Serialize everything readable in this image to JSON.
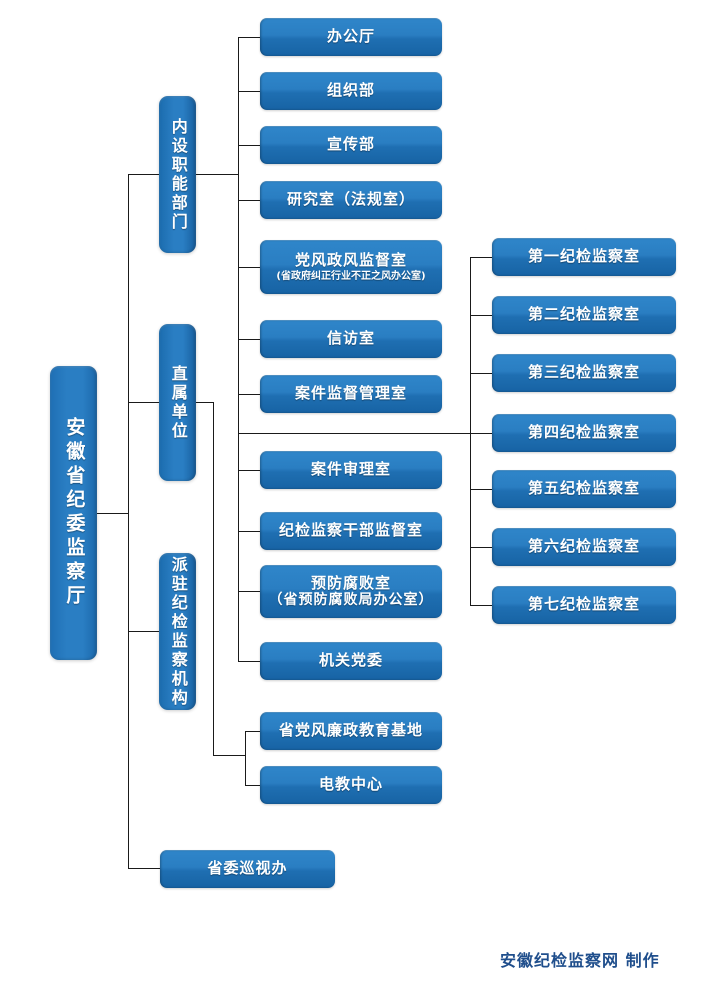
{
  "chart": {
    "type": "org-chart",
    "root": {
      "label": "安徽省纪委监察厅"
    },
    "categories": [
      {
        "label": "内设职能部门"
      },
      {
        "label": "直属单位"
      },
      {
        "label": "派驻纪检监察机构"
      }
    ],
    "internal_departments": [
      {
        "label": "办公厅",
        "sub": ""
      },
      {
        "label": "组织部",
        "sub": ""
      },
      {
        "label": "宣传部",
        "sub": ""
      },
      {
        "label": "研究室（法规室）",
        "sub": ""
      },
      {
        "label": "党风政风监督室",
        "sub": "(省政府纠正行业不正之风办公室)"
      },
      {
        "label": "信访室",
        "sub": ""
      },
      {
        "label": "案件监督管理室",
        "sub": ""
      },
      {
        "label": "案件审理室",
        "sub": ""
      },
      {
        "label": "纪检监察干部监督室",
        "sub": ""
      },
      {
        "label": "预防腐败室",
        "sub": "（省预防腐败局办公室）"
      },
      {
        "label": "机关党委",
        "sub": ""
      }
    ],
    "inspection_offices": [
      {
        "label": "第一纪检监察室"
      },
      {
        "label": "第二纪检监察室"
      },
      {
        "label": "第三纪检监察室"
      },
      {
        "label": "第四纪检监察室"
      },
      {
        "label": "第五纪检监察室"
      },
      {
        "label": "第六纪检监察室"
      },
      {
        "label": "第七纪检监察室"
      }
    ],
    "direct_units": [
      {
        "label": "省党风廉政教育基地"
      },
      {
        "label": "电教中心"
      }
    ],
    "standalone": [
      {
        "label": "省委巡视办"
      }
    ],
    "credit": "安徽纪检监察网  制作",
    "colors": {
      "box_top": "#2f86ca",
      "box_bottom": "#1763a4",
      "line": "#1a1a1a",
      "credit_text": "#1f4e8c",
      "background": "#ffffff"
    }
  }
}
